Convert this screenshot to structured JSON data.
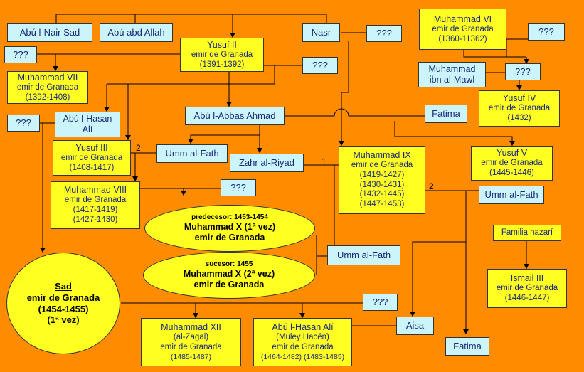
{
  "people": {
    "abu_nair_sad": "Abú l-Nair Sad",
    "abu_abd_allah": "Abú abd Allah",
    "nasr": "Nasr",
    "yusuf2": {
      "name": "Yusuf II",
      "title": "emir de Granada",
      "years": "(1391-1392)"
    },
    "muhammad6": {
      "name": "Muhammad VI",
      "title": "emir de Granada",
      "years": "(1360-11362)"
    },
    "muhammad7": {
      "name": "Muhammad VII",
      "title": "emir de Granada",
      "years": "(1392-1408)"
    },
    "muhammad_ibn_al_mawl": {
      "line1": "Muhammad",
      "line2": "ibn al-Mawl"
    },
    "yusuf4": {
      "name": "Yusuf IV",
      "title": "emir de Granada",
      "years": "(1432)"
    },
    "abu_hasan_ali_1": {
      "line1": "Abú l-Hasan",
      "line2": "Alí"
    },
    "abu_abbas_ahmad": "Abú l-Abbas Ahmad",
    "fatima_1": "Fatima",
    "yusuf3": {
      "name": "Yusuf III",
      "title": "emir de Granada",
      "years": "(1408-1417)"
    },
    "umm_al_fath_1": "Umm al-Fath",
    "zahr_al_riyad": "Zahr al-Riyad",
    "muhammad9": {
      "name": "Muhammad IX",
      "title": "emir de Granada",
      "years1": "(1419-1427)",
      "years2": "(1430-1431)",
      "years3": "(1432-1445)",
      "years4": "(1447-1453)"
    },
    "yusuf5": {
      "name": "Yusuf V",
      "title": "emir de Granada",
      "years": "(1445-1446)"
    },
    "muhammad8": {
      "name": "Muhammad VIII",
      "title": "emir de Granada",
      "years1": "(1417-1419)",
      "years2": "(1427-1430)"
    },
    "umm_al_fath_2": "Umm al-Fath",
    "muhammad10_pre": {
      "note": "predecesor: 1453-1454",
      "name": "Muhammad X (1ª vez)",
      "title": "emir de Granada"
    },
    "muhammad10_suc": {
      "note": "sucesor: 1455",
      "name": "Muhammad X (2ª vez)",
      "title": "emir de Granada"
    },
    "umm_al_fath_3": "Umm al-Fath",
    "familia_nazari": "Familia nazarí",
    "ismail3": {
      "name": "Ismail III",
      "title": "emir de Granada",
      "years": "(1446-1447)"
    },
    "sad": {
      "name": "Sad",
      "title": "emir de Granada",
      "years": "(1454-1455)",
      "note": "(1ª vez)"
    },
    "muhammad12": {
      "name": "Muhammad XII",
      "alias": "(al-Zagal)",
      "title": "emir de Granada",
      "years": "(1485-1487)"
    },
    "abu_hasan_ali_2": {
      "name": "Abú l-Hasan Alí",
      "alias": "(Muley Hacén)",
      "title": "emir de Granada",
      "years": "(1464-1482) (1483-1485)"
    },
    "aisa": "Aisa",
    "fatima_2": "Fatima"
  },
  "unknown_label": "???",
  "marriage_labels": {
    "one": "1",
    "two": "2"
  },
  "colors": {
    "background": "#ff8c00",
    "emir": "#ffff22",
    "person": "#ccf5fb",
    "text": "#1a2a7a"
  }
}
